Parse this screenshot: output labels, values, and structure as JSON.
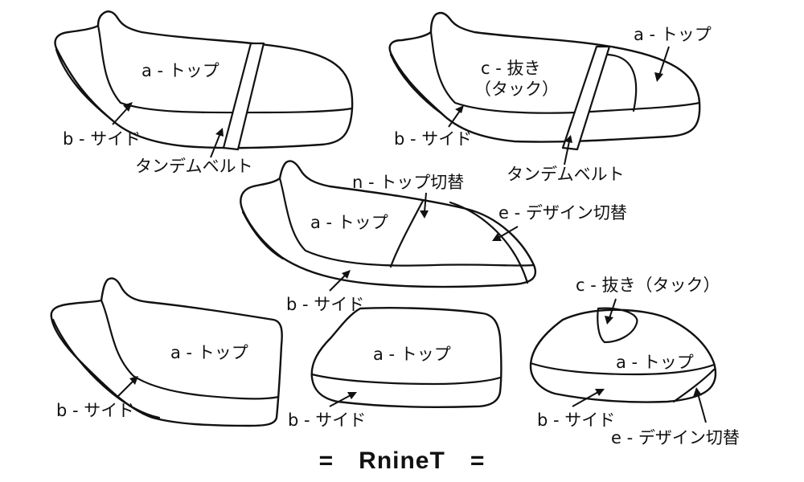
{
  "colors": {
    "stroke": "#111111",
    "background": "#ffffff"
  },
  "title": "=　RnineT　=",
  "seats": [
    {
      "id": "seat-1",
      "labels": {
        "top": "a - トップ",
        "side": "b - サイド",
        "belt": "タンデムベルト"
      }
    },
    {
      "id": "seat-2",
      "labels": {
        "top": "a - トップ",
        "tuck_line1": "c - 抜き",
        "tuck_line2": "（タック）",
        "side": "b - サイド",
        "belt": "タンデムベルト"
      }
    },
    {
      "id": "seat-3",
      "labels": {
        "top": "a - トップ",
        "top_switch": "n - トップ切替",
        "design_switch": "e - デザイン切替",
        "side": "b - サイド"
      }
    },
    {
      "id": "seat-4",
      "labels": {
        "top": "a - トップ",
        "side": "b - サイド"
      }
    },
    {
      "id": "seat-5",
      "labels": {
        "top": "a - トップ",
        "side": "b - サイド"
      }
    },
    {
      "id": "seat-6",
      "labels": {
        "tuck": "c - 抜き（タック）",
        "top": "a - トップ",
        "side": "b - サイド",
        "design_switch": "e - デザイン切替"
      }
    }
  ]
}
